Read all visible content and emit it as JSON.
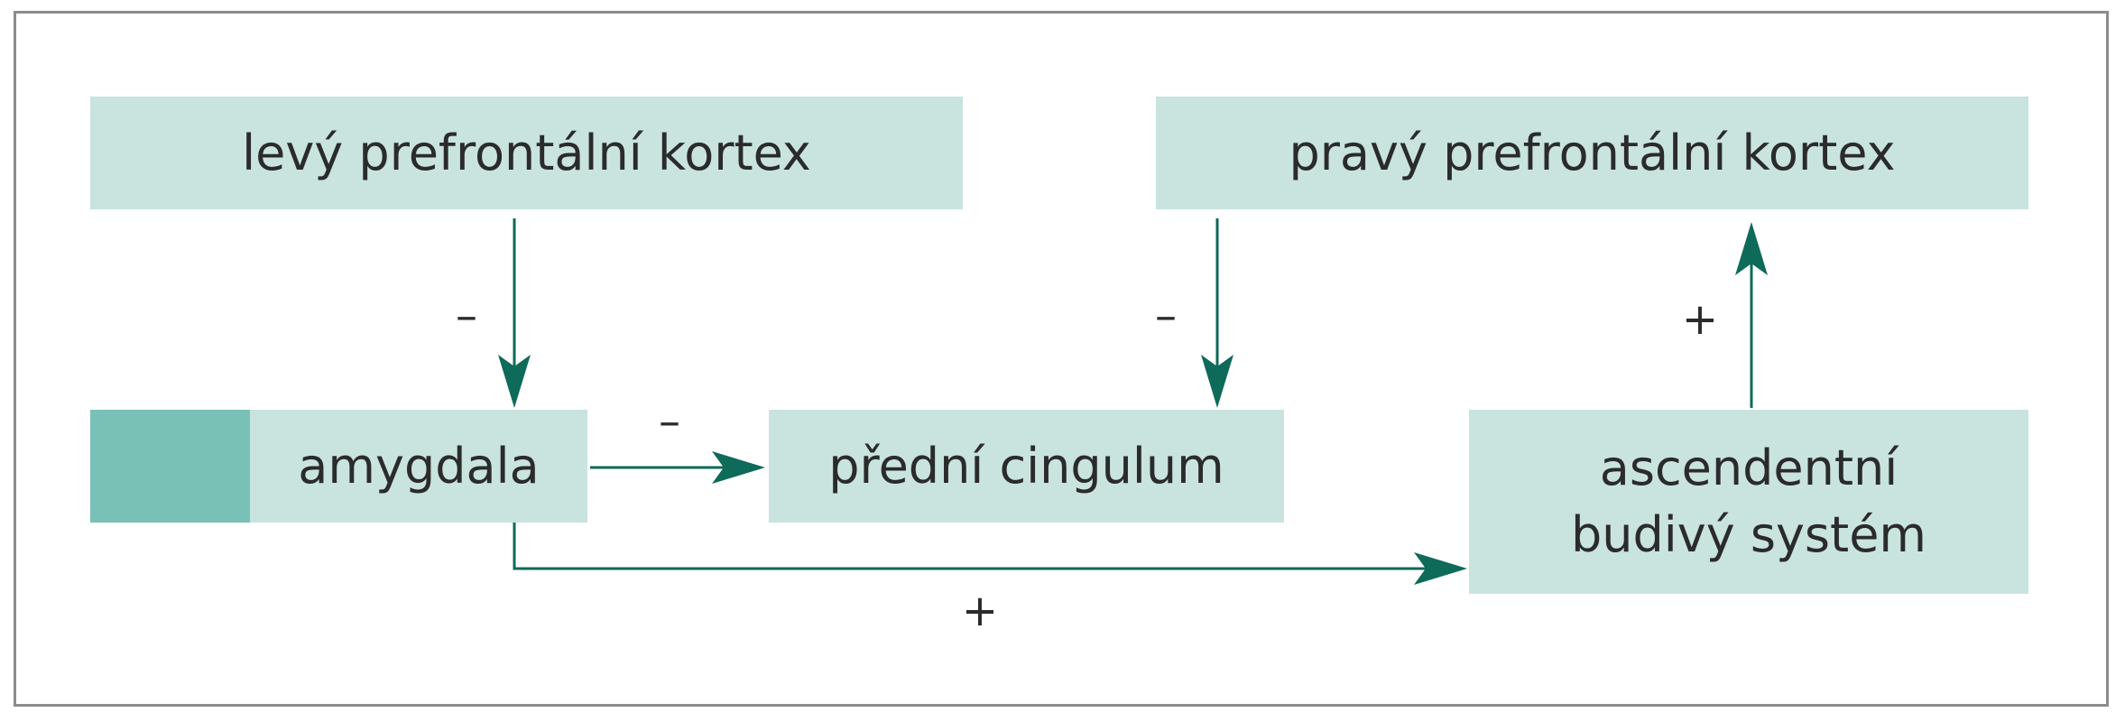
{
  "nodes": {
    "left_pfc": "levý prefrontální kortex",
    "right_pfc": "pravý prefrontální kortex",
    "amygdala": "amygdala",
    "anterior_cingulate": "přední cingulum",
    "arousal_system": [
      "ascendentní",
      "budivý systém"
    ]
  },
  "edges": [
    {
      "from": "left_pfc",
      "to": "amygdala",
      "sign": "–"
    },
    {
      "from": "right_pfc",
      "to": "anterior_cingulate",
      "sign": "–"
    },
    {
      "from": "amygdala",
      "to": "anterior_cingulate",
      "sign": "–"
    },
    {
      "from": "arousal_system",
      "to": "right_pfc",
      "sign": "+"
    },
    {
      "from": "amygdala",
      "to": "arousal_system",
      "sign": "+"
    }
  ],
  "colors": {
    "box_fill": "#c9e4df",
    "accent_fill": "#79c1b7",
    "arrow": "#0e6a59",
    "border": "#8c8c8c"
  }
}
